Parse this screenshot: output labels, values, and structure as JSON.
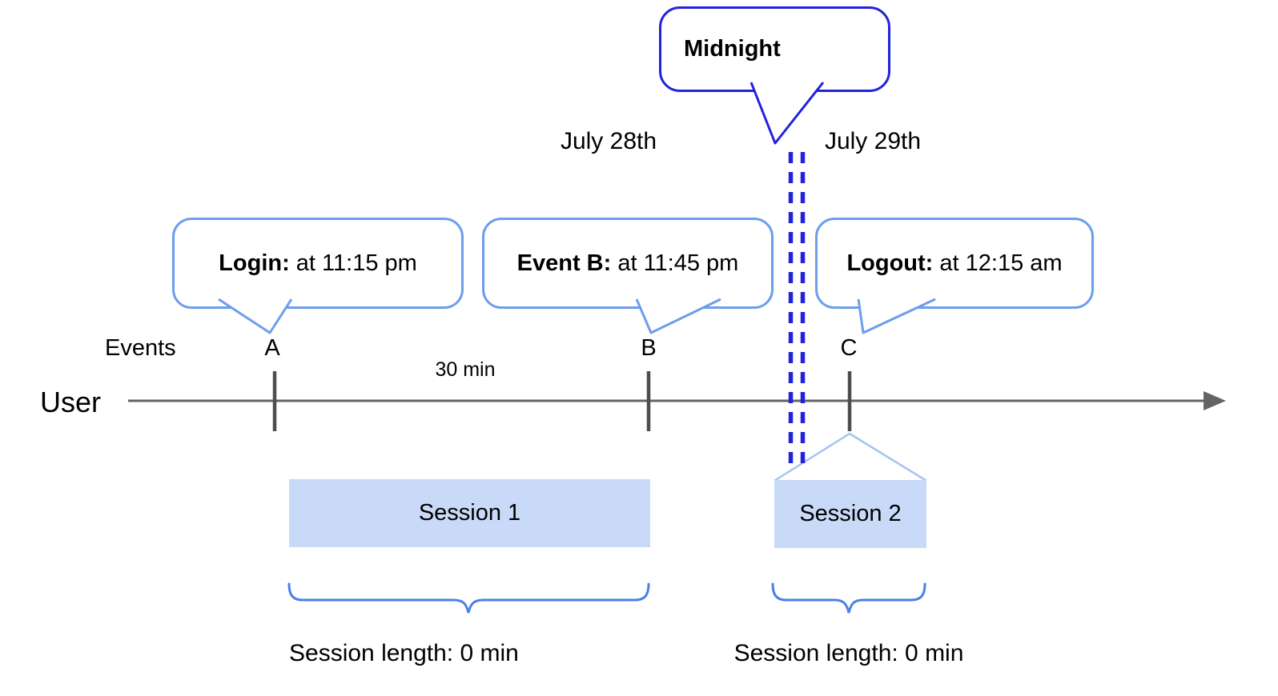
{
  "diagram": {
    "title_hint": "User session timeline",
    "midnight_callout": {
      "label": "Midnight"
    },
    "dates": {
      "left": "July 28th",
      "right": "July 29th"
    },
    "events_axis_label": "Events",
    "user_label": "User",
    "interval_label": "30 min",
    "event_markers": [
      "A",
      "B",
      "C"
    ],
    "event_callouts": [
      {
        "id": "login",
        "bold": "Login:",
        "text": " at 11:15 pm",
        "event": "A"
      },
      {
        "id": "event-b",
        "bold": "Event B:",
        "text": " at 11:45 pm",
        "event": "B"
      },
      {
        "id": "logout",
        "bold": "Logout:",
        "text": " at 12:15 am",
        "event": "C"
      }
    ],
    "sessions": [
      {
        "label": "Session 1",
        "length_label": "Session length: 0 min"
      },
      {
        "label": "Session 2",
        "length_label": "Session length: 0 min"
      }
    ],
    "colors": {
      "callout_border": "#6d9eeb",
      "midnight_border": "#2222dd",
      "dashed_line": "#2222dd",
      "session_fill": "#c9daf8",
      "brace": "#4a80e8",
      "expansion_line": "#a7c3f2",
      "timeline": "#646464",
      "tick": "#4d4d4d"
    }
  }
}
